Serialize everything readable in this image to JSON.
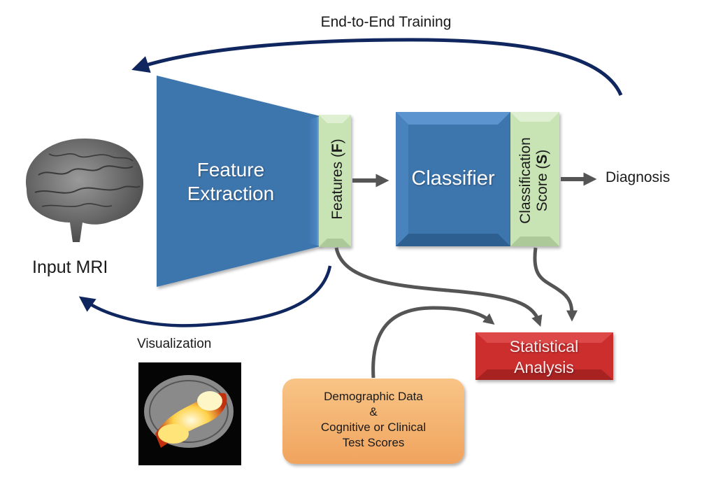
{
  "title": "End-to-End Training",
  "input": {
    "label": "Input MRI",
    "image": "brain-3d-render-icon"
  },
  "visualization": {
    "label": "Visualization",
    "image": "brain-saliency-map-icon"
  },
  "nodes": {
    "feature_extraction": {
      "line1": "Feature",
      "line2": "Extraction",
      "color": "#3d74ad"
    },
    "features": {
      "text": "Features (",
      "symbol": "F",
      "close": ")",
      "color": "#c8e3b4"
    },
    "classifier": {
      "text": "Classifier",
      "color": "#3d74ad"
    },
    "classification_score": {
      "line1": "Classification",
      "line2_text": "Score (",
      "symbol": "S",
      "close": ")",
      "color": "#c8e3b4"
    },
    "statistical_analysis": {
      "line1": "Statistical",
      "line2": "Analysis",
      "color": "#cc2f2f"
    },
    "demographic": {
      "line1": "Demographic Data",
      "line2": "&",
      "line3": "Cognitive or Clinical",
      "line4": "Test Scores",
      "color": "#f4b06e"
    }
  },
  "outputs": {
    "diagnosis": "Diagnosis"
  },
  "colors": {
    "loop_arrow": "#10265e",
    "flow_arrow": "#5a5a5a"
  }
}
